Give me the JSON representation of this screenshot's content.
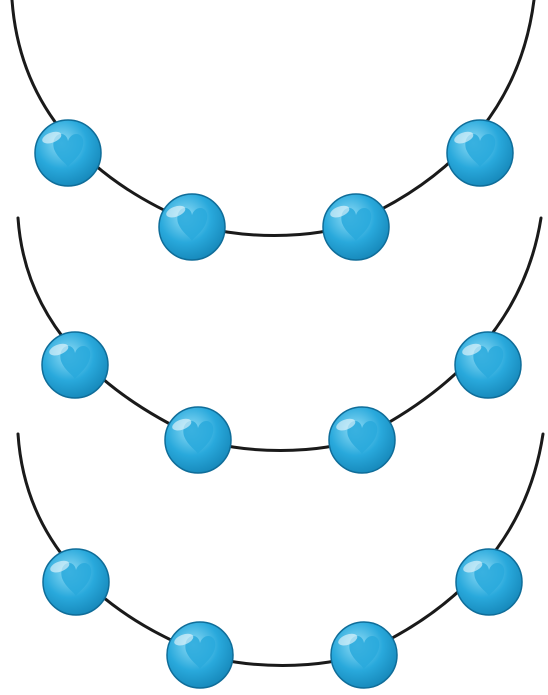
{
  "diagram": {
    "description_text": "",
    "strands": [
      {
        "beads": 4
      },
      {
        "beads": 4
      },
      {
        "beads": 4
      }
    ],
    "colors": {
      "background": "#ffffff",
      "strand": "#1a1a1a",
      "bead_main": "#29a9dc",
      "bead_light": "#8fdcf6",
      "bead_dark": "#1586b8",
      "bead_rim": "#0f6d99"
    }
  }
}
